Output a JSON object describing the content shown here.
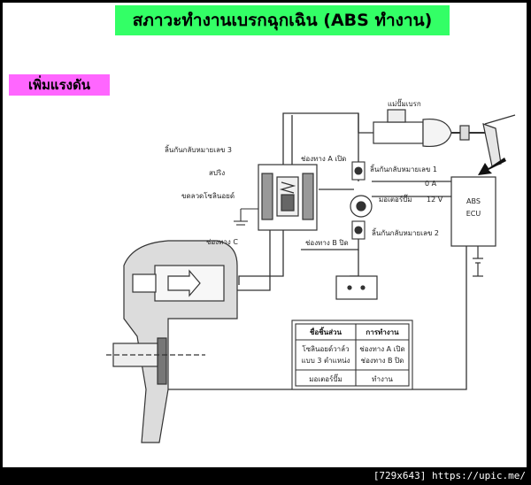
{
  "title": "สภาวะทำงานเบรกฉุกเฉิน (ABS ทำงาน)",
  "subtitle": "เพิ่มแรงดัน",
  "colors": {
    "title_bg": "#33ff66",
    "subtitle_bg": "#ff66ff",
    "line": "#333333"
  },
  "labels": {
    "master_cylinder": "แม่ปั๊มเบรก",
    "check_valve_3": "ลิ้นกันกลับหมายเลข 3",
    "spring": "สปริง",
    "solenoid_coil": "ขดลวดโซลินอยด์",
    "port_c": "ช่องทาง C",
    "port_a_open": "ช่องทาง A เปิด",
    "port_b_closed": "ช่องทาง B ปิด",
    "check_valve_1": "ลิ้นกันกลับหมายเลข 1",
    "check_valve_2": "ลิ้นกันกลับหมายเลข 2",
    "pump_motor": "มอเตอร์ปั๊ม",
    "current": "0 A",
    "voltage": "12 V",
    "ecu_line1": "ABS",
    "ecu_line2": "ECU"
  },
  "table": {
    "headers": [
      "ชื่อชิ้นส่วน",
      "การทำงาน"
    ],
    "rows": [
      {
        "part": [
          "โซลินอยด์วาล์ว",
          "แบบ 3 ตำแหน่ง"
        ],
        "ops": [
          "ช่องทาง A เปิด",
          "ช่องทาง B ปิด"
        ]
      },
      {
        "part": [
          "มอเตอร์ปั๊ม"
        ],
        "ops": [
          "ทำงาน"
        ]
      }
    ]
  },
  "footer": "[729x643] https://upic.me/"
}
